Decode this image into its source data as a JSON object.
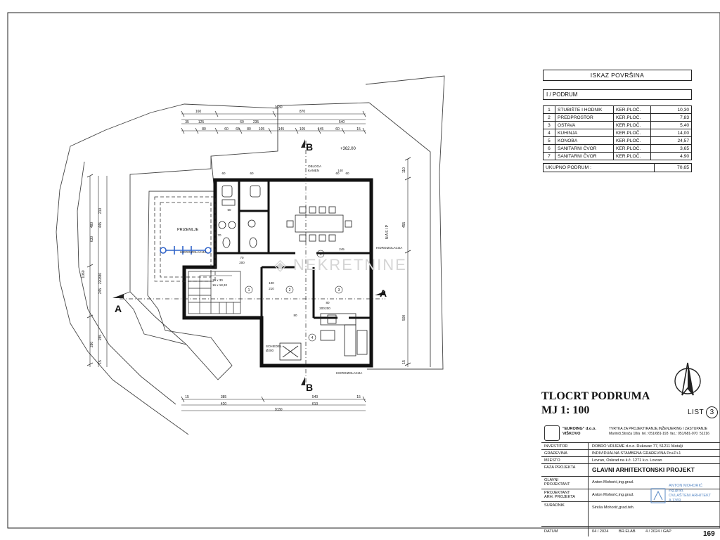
{
  "plan": {
    "section_markers": [
      {
        "letter": "A",
        "side": "left"
      },
      {
        "letter": "A",
        "side": "right"
      },
      {
        "letter": "B",
        "side": "top"
      },
      {
        "letter": "B",
        "side": "bottom"
      }
    ],
    "level": "+362.00",
    "labels": {
      "prizemlje": "PRIZEMLJE",
      "hidroizolacija_left": "HIDROIZOLACIJA",
      "hidroizolacija_right": "HIDROIZOLACIJA",
      "hidroizolacija_bottom": "HIDROIZOLACIJA",
      "nasip": "N A S I P",
      "obloga_kamen": "OBLOGA\nKAMEN",
      "schiedel": "SCHIEDEL\nØ200",
      "stairs_note": "15 x 30\n16 x 18,32"
    },
    "room_numbers": [
      "1",
      "2",
      "3",
      "4",
      "5"
    ],
    "dim_top_rows": [
      [
        "160",
        "870"
      ],
      [
        "1630"
      ],
      [
        "35",
        "125",
        "60",
        "235",
        "540"
      ],
      [
        "80",
        "60",
        "65",
        "80",
        "105",
        "145",
        "105",
        "145",
        "60",
        "15"
      ]
    ],
    "dim_bottom_rows": [
      [
        "15",
        "385",
        "540",
        "15"
      ],
      [
        "420",
        "610"
      ],
      [
        "1030"
      ]
    ],
    "dim_left": [
      "1060",
      "480",
      "630",
      "445",
      "380",
      "210",
      "220",
      "245",
      "280",
      "285",
      "15"
    ],
    "dim_right": [
      "110",
      "455",
      "500",
      "15"
    ],
    "inner_dims": [
      "60",
      "60",
      "50",
      "70",
      "200",
      "100",
      "210",
      "80",
      "200",
      "60",
      "140",
      "60",
      "245",
      "70",
      "200",
      "80"
    ]
  },
  "area_table": {
    "title": "ISKAZ POVRŠINA",
    "section": "I / PODRUM",
    "rows": [
      {
        "n": "1",
        "name": "STUBIŠTE I HODNIK",
        "type": "KER.PLOČ.",
        "value": "10,30"
      },
      {
        "n": "2",
        "name": "PREDPROSTOR",
        "type": "KER.PLOČ.",
        "value": "7,83"
      },
      {
        "n": "3",
        "name": "OSTAVA",
        "type": "KER.PLOČ.",
        "value": "5,40"
      },
      {
        "n": "4",
        "name": "KUHINJA",
        "type": "KER.PLOČ.",
        "value": "14,00"
      },
      {
        "n": "5",
        "name": "KONOBA",
        "type": "KER.PLOČ.",
        "value": "24,57"
      },
      {
        "n": "6",
        "name": "SANITARNI ČVOR",
        "type": "KER.PLOČ.",
        "value": "3,65"
      },
      {
        "n": "7",
        "name": "SANITARNI ČVOR",
        "type": "KER.PLOČ.",
        "value": "4,90"
      }
    ],
    "total_label": "UKUPNO PODRUM :",
    "total_value": "70,65"
  },
  "sheet": {
    "title_line1": "TLOCRT PODRUMA",
    "title_line2": "MJ 1: 100",
    "list_label": "LIST",
    "list_number": "3",
    "page_number": "169"
  },
  "title_block": {
    "firm_name": "\"EUROING\" d.o.o.\nVIŠKOVO",
    "firm_desc": "TVRTKA ZA PROJEKTIRANJE,INŽENJERING I ZASTUPANJE\nMarinići,Strača 18/a  tel.: 051/681-193  fax.: 051/681-070  51216",
    "rows": [
      {
        "label": "INVESTITOR",
        "value": "DOBRO VRIJEME d.o.o. Rukavac 77, 51211 Matulji"
      },
      {
        "label": "GRAĐEVINA",
        "value": "INDIVIDUALNA STAMBENA GRAĐEVINA Po+P+1"
      },
      {
        "label": "MJESTO",
        "value": "Lovran, Oskrad na k.č. 1271 k.o. Lovran"
      },
      {
        "label": "FAZA PROJEKTA",
        "value": "GLAVNI ARHITEKTONSKI PROJEKT"
      },
      {
        "label": "GLAVNI\nPROJEKTANT",
        "value": "Anton Mohorić,ing.grad."
      },
      {
        "label": "PROJEKTANT\nARH. PROJEKTA",
        "value": "Anton Mohorić,ing.grad."
      },
      {
        "label": "SURADNIK",
        "value": "Siniša Mohorić,grad.teh."
      }
    ],
    "date_label": "DATUM",
    "date_value": "04 / 2024",
    "elab_label": "BR.ELAB",
    "elab_value": "4 / 2024 / GAP",
    "stamp_text": "ANTON MOHORIĆ\ning.grad.\nOVLAŠTENI ARHITEKT\nA 1369"
  }
}
